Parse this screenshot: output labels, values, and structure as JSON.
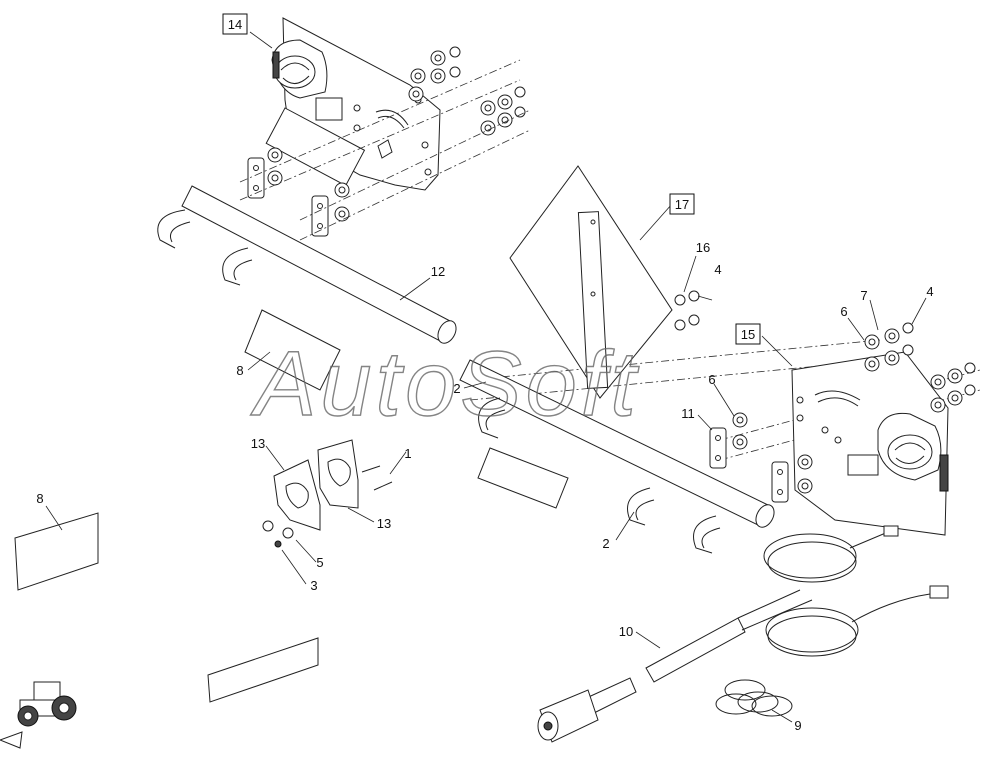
{
  "watermark": "AutoSoft",
  "callouts": [
    {
      "id": "c14",
      "label": "14",
      "boxed": true
    },
    {
      "id": "c17",
      "label": "17",
      "boxed": true
    },
    {
      "id": "c15",
      "label": "15",
      "boxed": true
    },
    {
      "id": "c16",
      "label": "16",
      "boxed": false
    },
    {
      "id": "c4a",
      "label": "4",
      "boxed": false
    },
    {
      "id": "c4b",
      "label": "4",
      "boxed": false
    },
    {
      "id": "c7",
      "label": "7",
      "boxed": false
    },
    {
      "id": "c6a",
      "label": "6",
      "boxed": false
    },
    {
      "id": "c6b",
      "label": "6",
      "boxed": false
    },
    {
      "id": "c12",
      "label": "12",
      "boxed": false
    },
    {
      "id": "c8a",
      "label": "8",
      "boxed": false
    },
    {
      "id": "c8b",
      "label": "8",
      "boxed": false
    },
    {
      "id": "c2a",
      "label": "2",
      "boxed": false
    },
    {
      "id": "c2b",
      "label": "2",
      "boxed": false
    },
    {
      "id": "c11",
      "label": "11",
      "boxed": false
    },
    {
      "id": "c13a",
      "label": "13",
      "boxed": false
    },
    {
      "id": "c13b",
      "label": "13",
      "boxed": false
    },
    {
      "id": "c1",
      "label": "1",
      "boxed": false
    },
    {
      "id": "c5",
      "label": "5",
      "boxed": false
    },
    {
      "id": "c3",
      "label": "3",
      "boxed": false
    },
    {
      "id": "c10",
      "label": "10",
      "boxed": false
    },
    {
      "id": "c9",
      "label": "9",
      "boxed": false
    }
  ]
}
